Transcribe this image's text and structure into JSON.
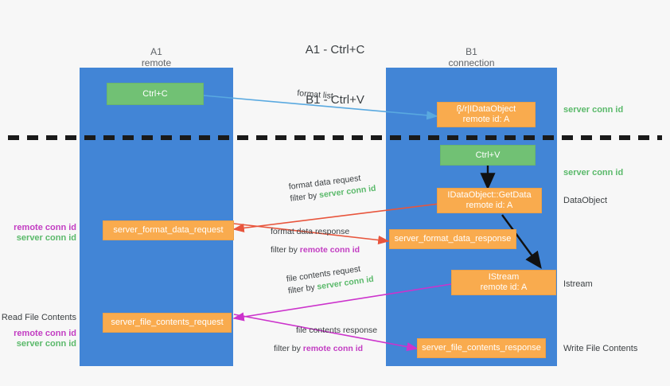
{
  "title": {
    "line1": "A1 - Ctrl+C",
    "line2": "B1 - Ctrl+V"
  },
  "lanes": [
    {
      "id": "A1",
      "name": "A1",
      "sub": "remote",
      "color": "#4285d6"
    },
    {
      "id": "B1",
      "name": "B1",
      "sub": "connection",
      "color": "#4285d6"
    }
  ],
  "colors": {
    "lane": "#4285d6",
    "green_box": "#71c174",
    "orange_box": "#f9ab4e",
    "server_conn_id": "#5ab96a",
    "remote_conn_id": "#c23cc2",
    "arrow_blue": "#59a9e0",
    "arrow_red": "#e8553c",
    "arrow_magenta": "#cc33cc",
    "arrow_black": "#111111",
    "background": "#f7f7f7"
  },
  "boxes": {
    "ctrl_c": {
      "label": "Ctrl+C",
      "sub": ""
    },
    "idataobject_clip": {
      "label": "ß͓/r|IDataObject",
      "sub": "remote id: A"
    },
    "ctrl_v": {
      "label": "Ctrl+V",
      "sub": ""
    },
    "getdata": {
      "label": "IDataObject::GetData",
      "sub": "remote id: A"
    },
    "istream": {
      "label": "IStream",
      "sub": "remote id: A"
    },
    "server_format_data_request": {
      "label": "server_format_data_request",
      "sub": ""
    },
    "server_format_data_response": {
      "label": "server_format_data_response",
      "sub": ""
    },
    "server_file_contents_request": {
      "label": "server_file_contents_request",
      "sub": ""
    },
    "server_file_contents_response": {
      "label": "server_file_contents_response",
      "sub": ""
    }
  },
  "side_labels": {
    "server_conn_id_top": "server conn id",
    "server_conn_id_mid": "server conn id",
    "dataobject": "DataObject",
    "istream": "Istream",
    "write_file_contents": "Write File Contents",
    "read_file_contents": "Read File Contents",
    "remote_conn_id_left_1": "remote conn id",
    "server_conn_id_left_1": "server conn id",
    "remote_conn_id_left_2": "remote conn id",
    "server_conn_id_left_2": "server conn id"
  },
  "annotations": {
    "format_list": "format list",
    "format_data_request": "format data request",
    "format_data_request_filter_prefix": "filter by ",
    "format_data_request_filter_value": "server conn id",
    "format_data_response": "format data response",
    "format_data_response_filter_prefix": "filter by ",
    "format_data_response_filter_value": "remote conn id",
    "file_contents_request": "file contents request",
    "file_contents_request_filter_prefix": "filter by ",
    "file_contents_request_filter_value": "server conn id",
    "file_contents_response": "file contents response",
    "file_contents_response_filter_prefix": "filter by ",
    "file_contents_response_filter_value": "remote conn id"
  }
}
